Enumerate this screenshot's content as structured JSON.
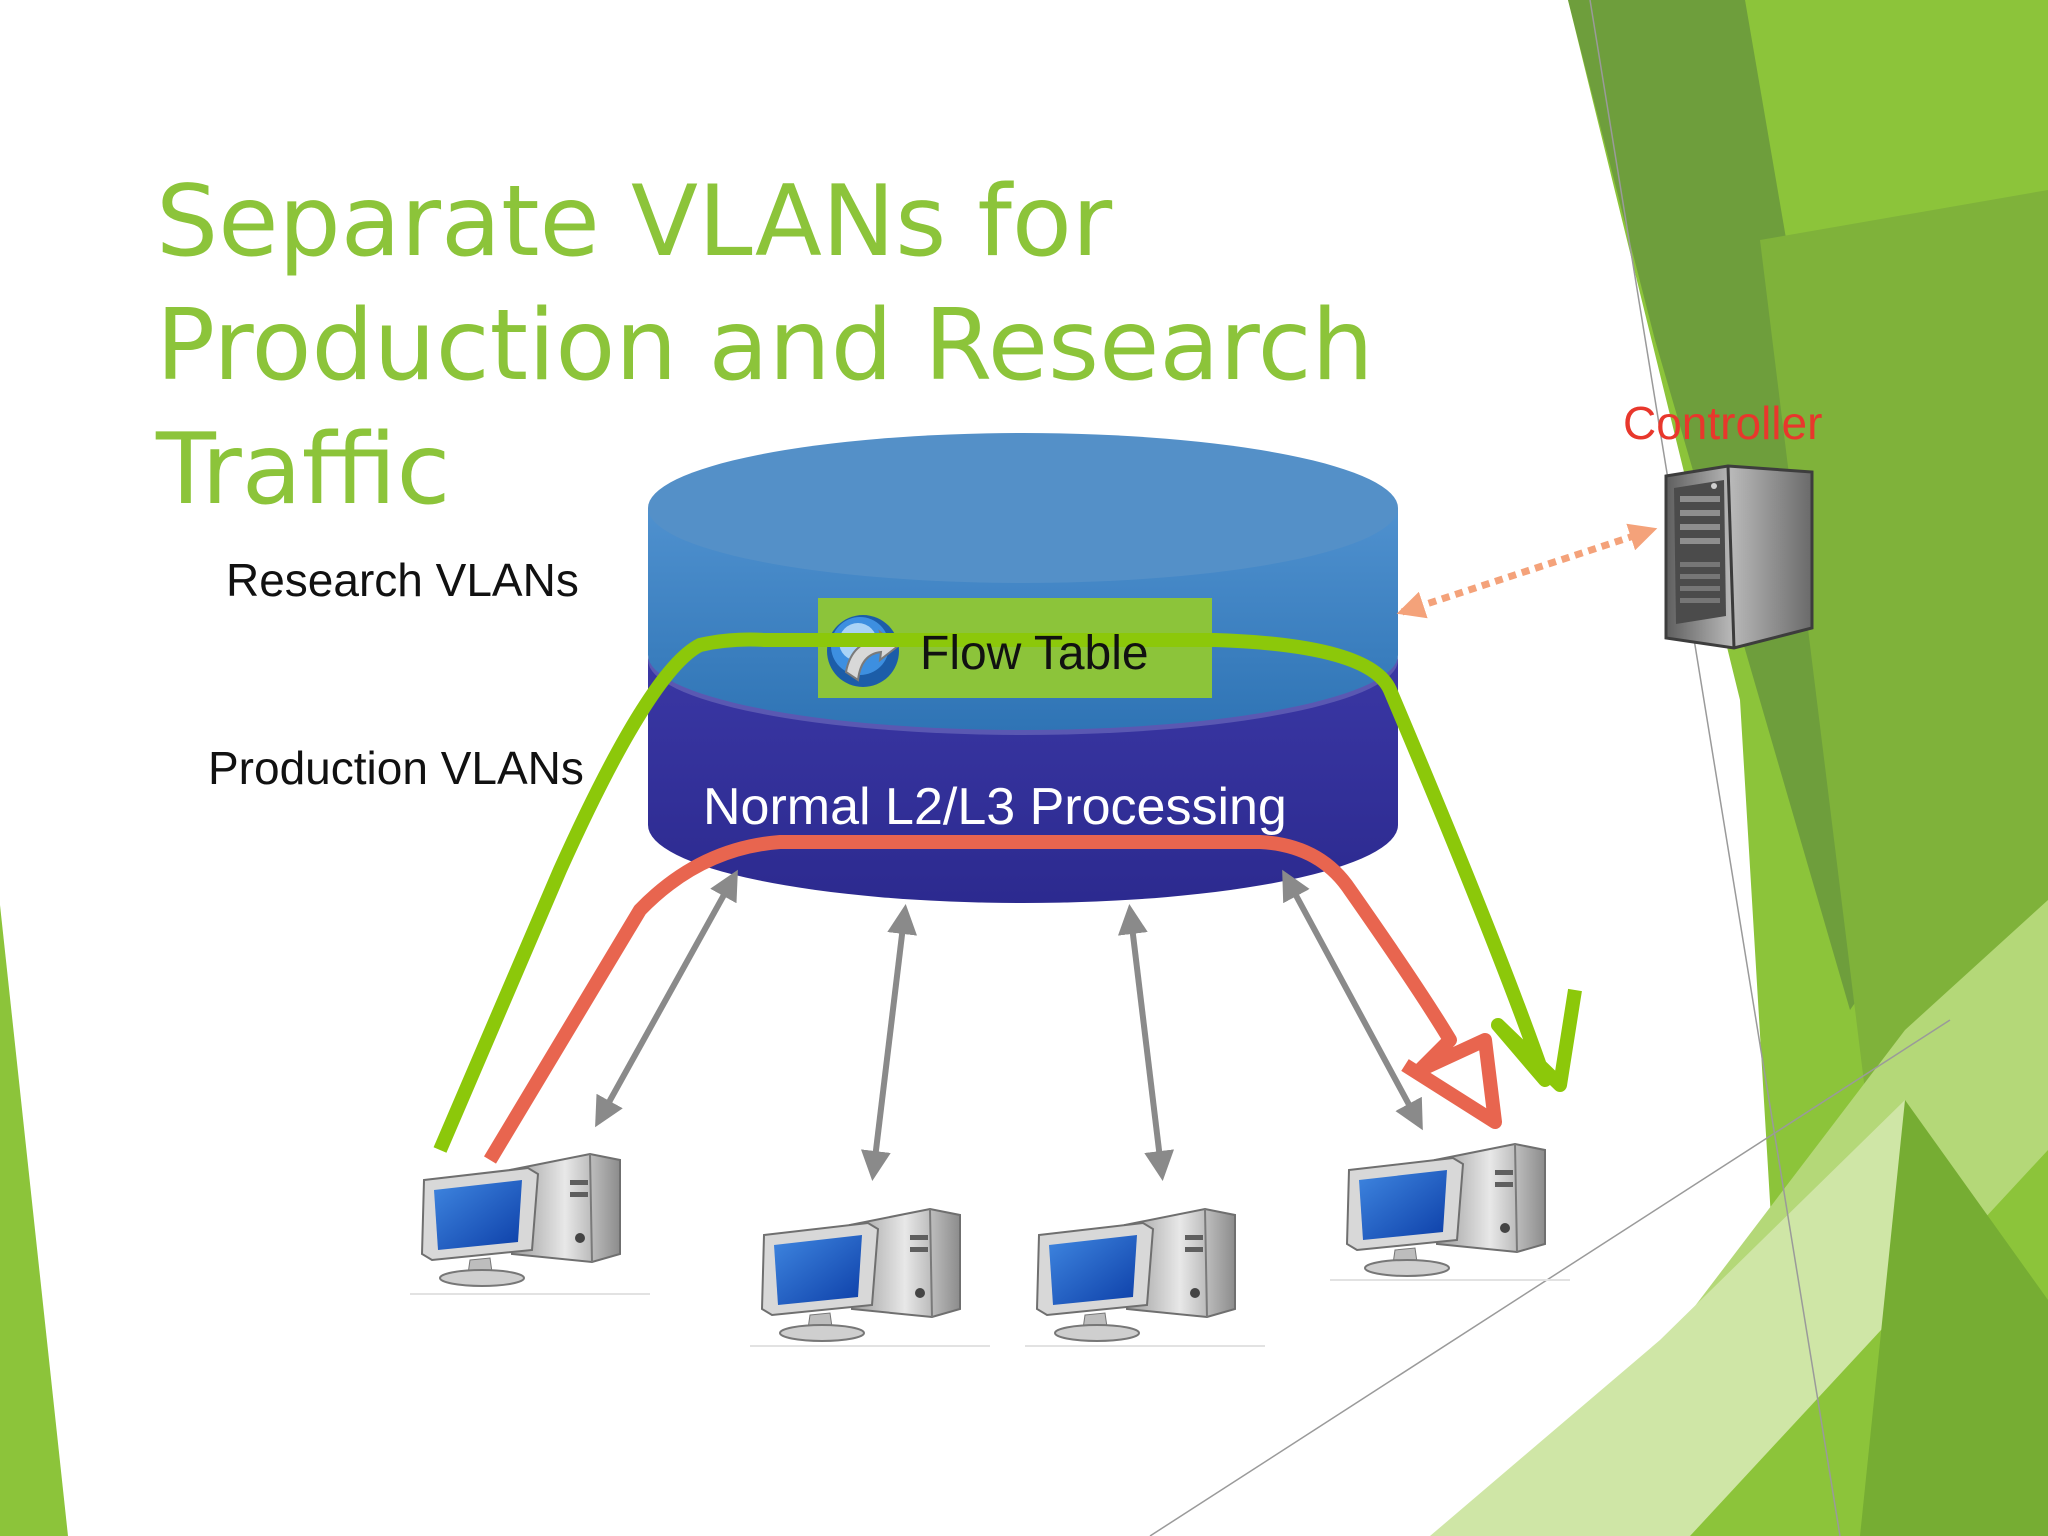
{
  "slide": {
    "title_lines": [
      "Separate VLANs for",
      "Production and Research",
      "Traffic"
    ]
  },
  "diagram": {
    "research_label": "Research VLANs",
    "production_label": "Production VLANs",
    "flow_table_label": "Flow Table",
    "processing_label": "Normal L2/L3 Processing",
    "controller_label": "Controller"
  },
  "colors": {
    "accent_green": "#8cc43a",
    "research_path": "#8cc80a",
    "production_path": "#e8654f",
    "controller_text": "#e8372c",
    "research_layer": "#3a84c0",
    "production_layer": "#35329a",
    "controller_link": "#f4a27a"
  },
  "icons": [
    "server-icon",
    "computer-icon",
    "flow-table-icon"
  ]
}
